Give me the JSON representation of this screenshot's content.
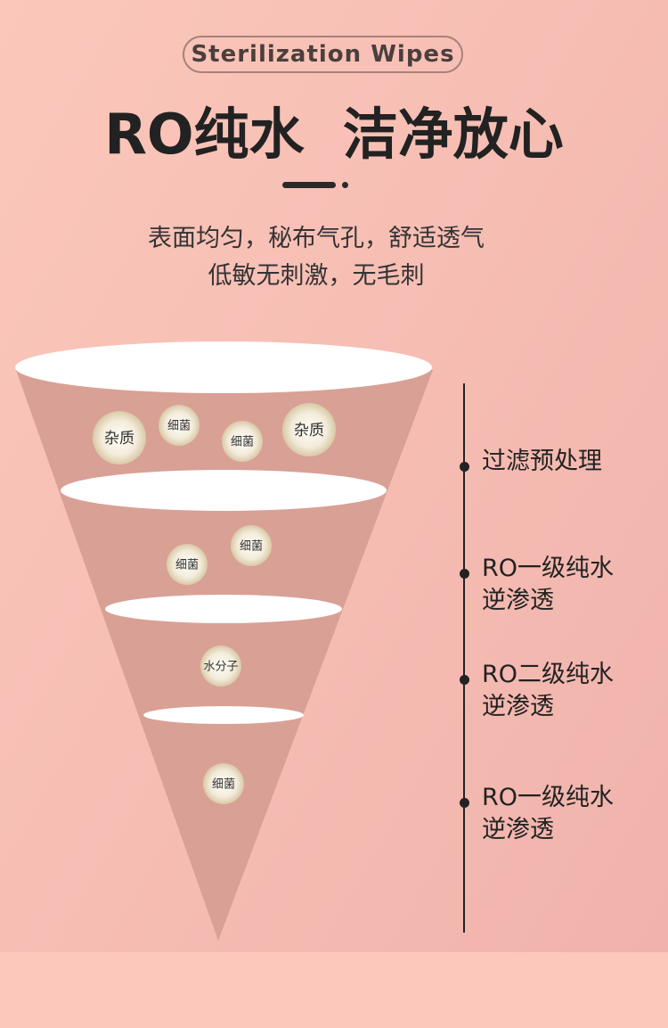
{
  "header": {
    "badge": "Sterilization  Wipes",
    "title": "RO纯水  洁净放心",
    "subtitle_line1": "表面均匀，秘布气孔，舒适透气",
    "subtitle_line2": "低敏无刺激，无毛刺"
  },
  "funnel": {
    "bubbles": [
      "杂质",
      "细菌",
      "细菌",
      "杂质",
      "细菌",
      "细菌",
      "水分子",
      "细菌"
    ]
  },
  "stages": [
    {
      "line1": "过滤预处理",
      "line2": ""
    },
    {
      "line1": "RO一级纯水",
      "line2": "逆渗透"
    },
    {
      "line1": "RO二级纯水",
      "line2": "逆渗透"
    },
    {
      "line1": "RO一级纯水",
      "line2": "逆渗透"
    }
  ],
  "colors": {
    "funnel": "#d9a096",
    "bubble": "#e6d9bf"
  }
}
